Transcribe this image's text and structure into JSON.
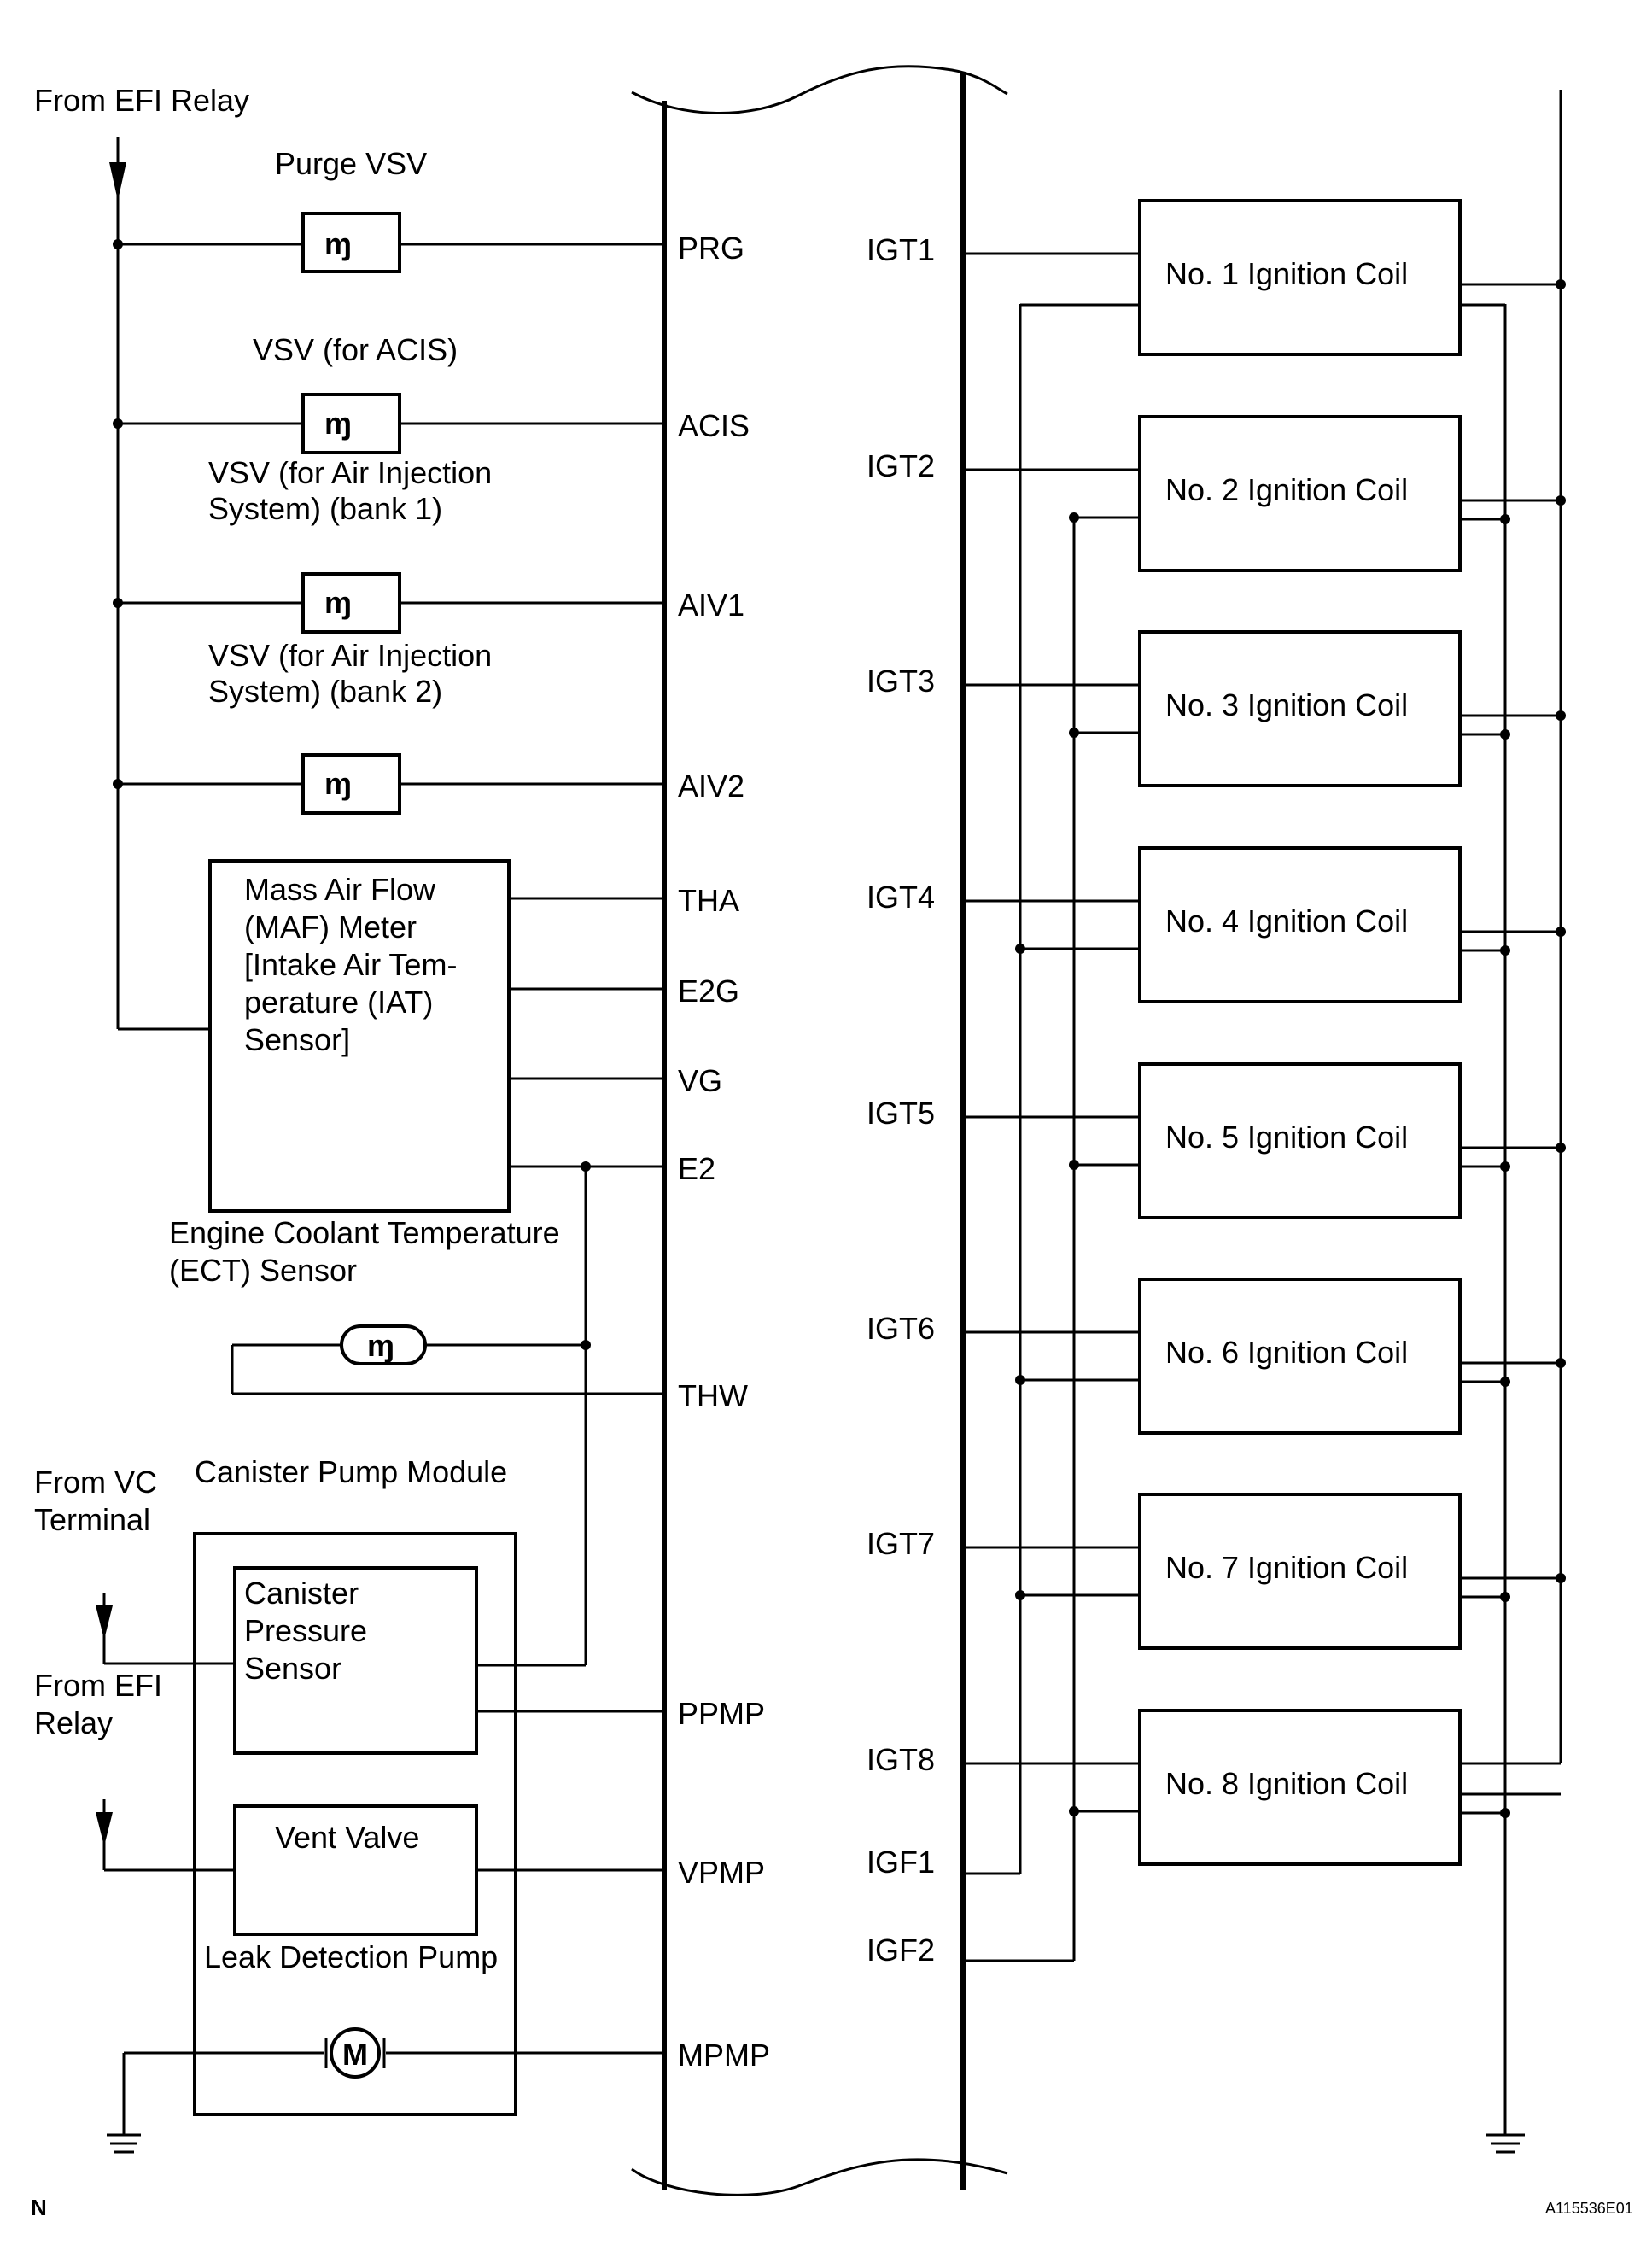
{
  "labels": {
    "from_efi_relay_top": "From EFI Relay",
    "purge_vsv": "Purge VSV",
    "vsv_acis": "VSV (for ACIS)",
    "vsv_air_inj_b1_line1": "VSV (for Air Injection",
    "vsv_air_inj_b1_line2": "System) (bank 1)",
    "vsv_air_inj_b2_line1": "VSV (for Air Injection",
    "vsv_air_inj_b2_line2": "System) (bank 2)",
    "maf_line1": "Mass Air Flow",
    "maf_line2": "(MAF) Meter",
    "maf_line3": "[Intake Air Tem-",
    "maf_line4": "perature (IAT)",
    "maf_line5": "Sensor]",
    "ect_line1": "Engine Coolant Temperature",
    "ect_line2": "(ECT) Sensor",
    "canister_pump_module": "Canister Pump Module",
    "from_vc_line1": "From VC",
    "from_vc_line2": "Terminal",
    "canister_sensor_line1": "Canister",
    "canister_sensor_line2": "Pressure",
    "canister_sensor_line3": "Sensor",
    "from_efi_relay2_line1": "From EFI",
    "from_efi_relay2_line2": "Relay",
    "vent_valve": "Vent Valve",
    "leak_detection_pump": "Leak Detection Pump",
    "motor_symbol": "M",
    "corner_letter": "N",
    "figure_code": "A115536E01"
  },
  "pins_left": [
    "PRG",
    "ACIS",
    "AIV1",
    "AIV2",
    "THA",
    "E2G",
    "VG",
    "E2",
    "THW",
    "PPMP",
    "VPMP",
    "MPMP"
  ],
  "pins_right": [
    "IGT1",
    "IGT2",
    "IGT3",
    "IGT4",
    "IGT5",
    "IGT6",
    "IGT7",
    "IGT8",
    "IGF1",
    "IGF2"
  ],
  "ignition_coils": [
    "No. 1 Ignition Coil",
    "No. 2 Ignition Coil",
    "No. 3 Ignition Coil",
    "No. 4 Ignition Coil",
    "No. 5 Ignition Coil",
    "No. 6 Ignition Coil",
    "No. 7 Ignition Coil",
    "No. 8 Ignition Coil"
  ]
}
